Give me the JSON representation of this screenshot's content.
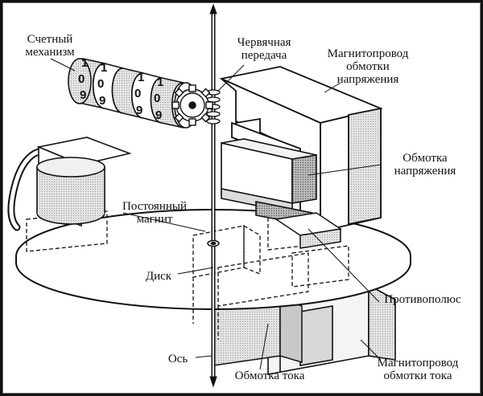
{
  "labels": {
    "counter": "Счетный\nмеханизм",
    "worm_gear": "Червячная\nпередача",
    "voltage_core": "Магнитопровод\nобмотки\nнапряжения",
    "voltage_coil": "Обмотка\nнапряжения",
    "permanent_magnet": "Постоянный\nмагнит",
    "disk": "Диск",
    "counter_pole": "Противополюс",
    "axis": "Ось",
    "current_coil": "Обмотка тока",
    "current_core": "Магнитопровод\nобмотки тока"
  },
  "counter_digits": [
    {
      "top": "1",
      "mid": "0",
      "bot": "9"
    },
    {
      "top": "1",
      "mid": "0",
      "bot": "9"
    },
    {
      "top": "1",
      "mid": "0",
      "bot": "9"
    },
    {
      "top": "1",
      "mid": "0",
      "bot": "9"
    }
  ]
}
